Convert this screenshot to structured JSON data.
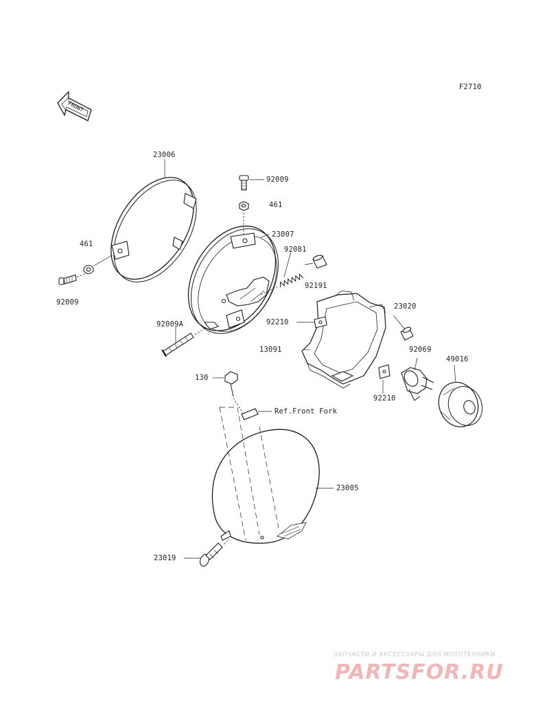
{
  "figure_code": "F2710",
  "front_marker": "FRONT",
  "part_labels": {
    "p23006": "23006",
    "p461_left": "461",
    "p92009_left": "92009",
    "p92009_top": "92009",
    "p461_top": "461",
    "p23007": "23007",
    "p92081": "92081",
    "p92191": "92191",
    "p92210_upper": "92210",
    "p23020": "23020",
    "p13091": "13091",
    "p92069": "92069",
    "p49016": "49016",
    "p92210_lower": "92210",
    "p92009A": "92009A",
    "p130": "130",
    "ref_front_fork": "Ref.Front Fork",
    "p23005": "23005",
    "p23019": "23019"
  },
  "watermark": {
    "tagline": "ЗАПЧАСТИ И АКСЕССУАРЫ ДЛЯ МОТОТЕХНИКИ",
    "logo": "PARTSFOR.RU"
  },
  "colors": {
    "line": "#1a1a1a",
    "watermark_logo": "#f2b6b6",
    "watermark_text": "#c9c9c9"
  }
}
